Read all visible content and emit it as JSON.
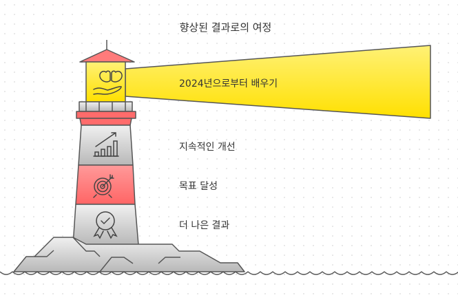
{
  "title": "향상된 결과로의 여정",
  "levels": [
    {
      "label": "2024년으로부터 배우기",
      "icon": "brain-hand-icon"
    },
    {
      "label": "지속적인 개선",
      "icon": "growth-chart-icon"
    },
    {
      "label": "목표 달성",
      "icon": "target-icon"
    },
    {
      "label": "더 나은 결과",
      "icon": "award-badge-icon"
    }
  ],
  "colors": {
    "beam": "#ffe000",
    "red": "#ff6b6b",
    "gray": "#cfcfcf",
    "stroke": "#555555"
  }
}
